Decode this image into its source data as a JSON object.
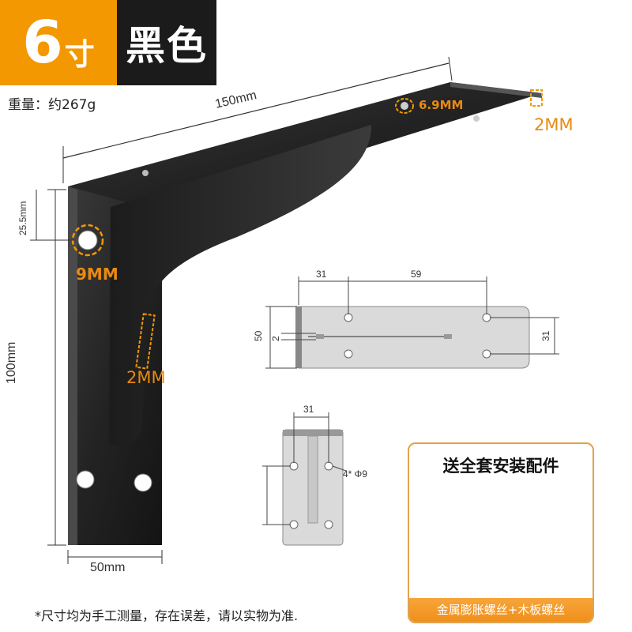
{
  "badge": {
    "size_number": "6",
    "size_unit": "寸",
    "color_name": "黑色"
  },
  "weight": "重量：约267g",
  "dimensions": {
    "length": "150mm",
    "height": "100mm",
    "width": "50mm",
    "hole_offset": "25.5mm",
    "hole_dia_side": "9MM",
    "hole_dia_top": "6.9MM",
    "thickness_top": "2MM",
    "thickness_rib": "2MM"
  },
  "top_plate_drawing": {
    "dim_a": "31",
    "dim_b": "59",
    "height": "50",
    "slot": "2",
    "hole_span": "31"
  },
  "side_plate_drawing": {
    "dim_a": "31",
    "holes": "4* Φ9"
  },
  "kit": {
    "title": "送全套安装配件",
    "caption": "金属膨胀螺丝+木板螺丝"
  },
  "note": "*尺寸均为手工测量，存在误差，请以实物为准.",
  "colors": {
    "accent": "#f39800",
    "dark": "#1b1b1b",
    "bracket": "#2a2a2a"
  }
}
